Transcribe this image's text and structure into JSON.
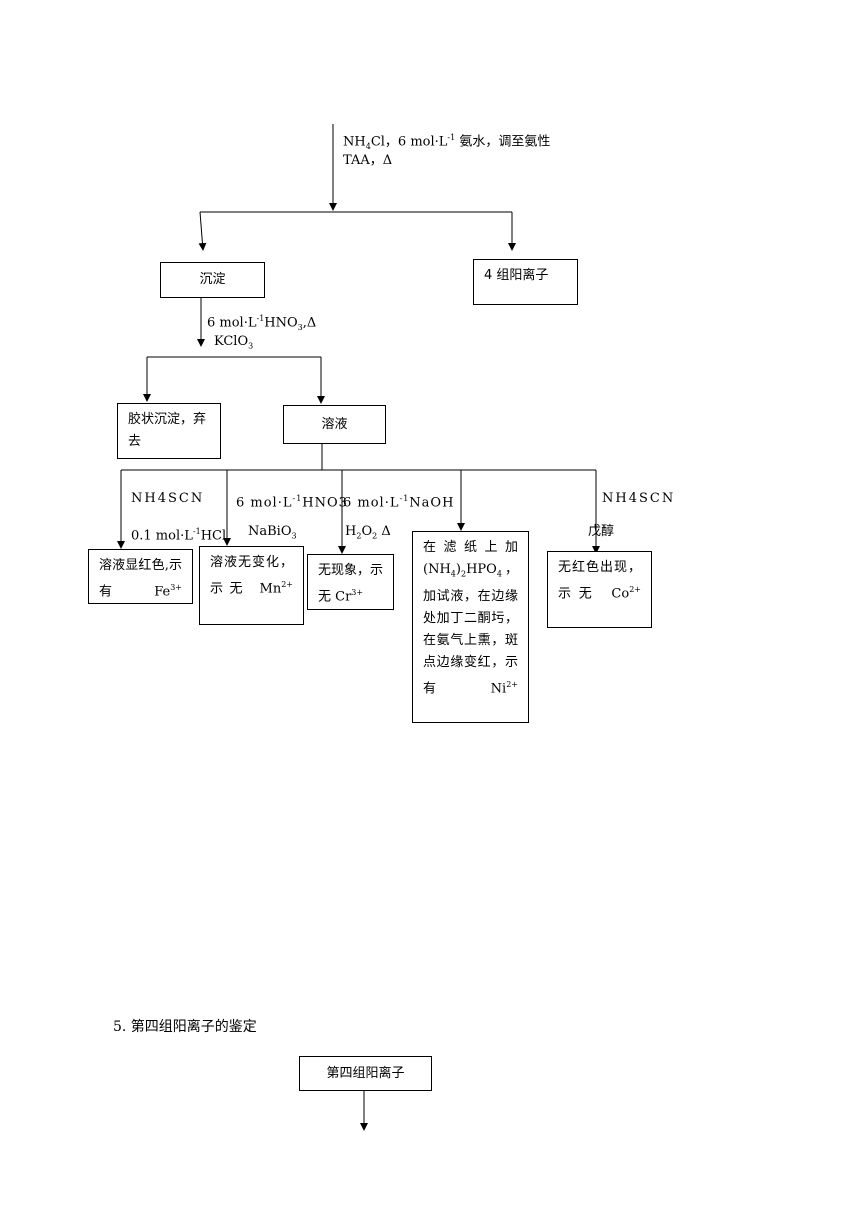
{
  "top_reagent": {
    "line1_pre": "NH",
    "line1_sub": "4",
    "line1_post": "Cl，6 mol·L",
    "line1_sup": "-1",
    "line1_tail": " 氨水，调至氨性",
    "line2": "TAA，Δ"
  },
  "boxes": {
    "precipitate": "沉淀",
    "group4": "4 组阳离子",
    "colloid": "胶状沉淀，弃去",
    "solution": "溶液",
    "fe": {
      "text": "溶液显红色,示有 Fe",
      "sup": "3+"
    },
    "mn": {
      "text": "溶液无变化，示无 Mn",
      "sup": "2+"
    },
    "cr": {
      "text": "无现象，示无 Cr",
      "sup": "3+"
    },
    "ni": {
      "pre": "在滤纸上加(NH",
      "sub1": "4",
      "mid": ")",
      "sub2": "2",
      "post": "HPO",
      "sub3": "4",
      "tail": "，加试液，在边缘处加丁二酮圬，在氨气上熏，斑点边缘变红，示有 Ni",
      "sup": "2+"
    },
    "co": {
      "text": "无红色出现，示无 Co",
      "sup": "2+"
    }
  },
  "reagents": {
    "hno3": {
      "pre": "6 mol·L",
      "sup": "-1",
      "post": "HNO",
      "sub": "3",
      "tail": ",Δ"
    },
    "kclo3": {
      "pre": "KClO",
      "sub": "3"
    },
    "fe_r1": "NH4SCN",
    "fe_r2": {
      "pre": "0.1 mol·L",
      "sup": "-1",
      "post": "HCl"
    },
    "mn_r1": {
      "pre": "6 mol·L",
      "sup": "-1",
      "post": "HNO3"
    },
    "mn_r2": {
      "pre": "NaBiO",
      "sub": "3"
    },
    "cr_r1": {
      "pre": "6 mol·L",
      "sup": "-1",
      "post": "NaOH"
    },
    "cr_r2": {
      "pre": "H",
      "sub": "2",
      "mid": "O",
      "sub2": "2",
      "post": " Δ"
    },
    "co_r1": "NH4SCN",
    "co_r2": "戊醇"
  },
  "section5": {
    "heading": "5. 第四组阳离子的鉴定",
    "box": "第四组阳离子"
  }
}
